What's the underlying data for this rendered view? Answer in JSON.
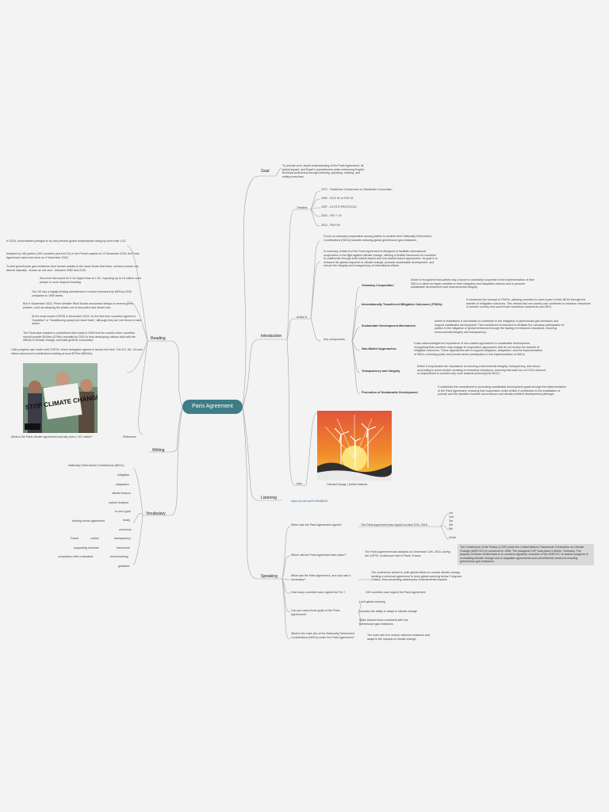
{
  "root": "Paris Agreement",
  "goal": {
    "label": "Goal",
    "text": "To provide an in-depth understanding of the Paris Agreement, its global impact, and Brazil's commitments while enhancing English technical proficiency through listening, speaking, reading, and writing exercises."
  },
  "introduction": {
    "label": "Introduction",
    "timeline": {
      "label": "Timeline",
      "items": [
        "1972 - Stockholm Conference on Stockholm Convention",
        "1992 - ECO 92 or RIO 92",
        "1997 - KYOTO PROTOCOL",
        "2002 - RIO + 10",
        "2012 - RIO+20"
      ]
    },
    "article6": {
      "label": "Article 6",
      "focus": "Focus on voluntary cooperation among parties to achieve their Nationally Determined Contributions (NDCs) towards reducing global greenhouse gas emissions.",
      "summary": "In summary, Article 6 of the Paris Agreement is designed to facilitate international cooperation in the fight against climate change, offering a flexible framework for countries to collaborate through both market-based and non-market-based approaches. Its goal is to enhance the global response to climate change, promote sustainable development, and ensure the integrity and transparency of international efforts.",
      "key_label": "Key components",
      "components": [
        {
          "name": "Voluntary Cooperation",
          "desc": "Article 6 recognizes that parties may choose to voluntarily cooperate in the implementation of their NDCs to allow for higher ambition in their mitigation and adaptation actions and to promote sustainable development and environmental integrity."
        },
        {
          "name": "Internationally Transferred Mitigation Outcomes (ITMOs)",
          "desc": "It introduces the concept of ITMOs, allowing countries to meet a part of their NDCs through the transfer of mitigation outcomes. This means that one country can contribute to emission reductions in another country and count those reductions towards its own NDC."
        },
        {
          "name": "Sustainable Development Mechanism",
          "desc": "Article 6 establishes a mechanism to contribute to the mitigation of greenhouse gas emissions and support sustainable development. This mechanism is intended to facilitate the voluntary participation of parties in the mitigation of global emissions through the trading of emissions reductions, ensuring environmental integrity and transparency."
        },
        {
          "name": "Non-Market Approaches",
          "desc": "It also acknowledges the importance of non-market approaches to sustainable development, recognizing that countries may engage in cooperative approaches that do not involve the transfer of mitigation outcomes. These approaches aim to support mitigation, adaptation, and the implementation of NDCs, involving public and private sector participation in the implementation of NDCs."
        },
        {
          "name": "Transparency and Integrity",
          "desc": "Article 6 emphasizes the importance of ensuring environmental integrity, transparency, and robust accounting to avoid double counting of emissions reductions, ensuring that each ton of CO2e reduced or sequestered is counted only once towards achieving the NDCs."
        },
        {
          "name": "Promotion of Sustainable Development",
          "desc": "It underlines the commitment to promoting sustainable development goals through the implementation of the Paris Agreement, ensuring that cooperation under Article 6 contributes to the eradication of poverty and the transition towards low-emission and climate-resilient development pathways."
        }
      ]
    },
    "intro_label": "Intro",
    "image_caption": "ClimateChange | United Nations"
  },
  "listening": {
    "label": "Listening",
    "link": "https://youtu.be/5YnSb9jB0l4"
  },
  "speaking": {
    "label": "Speaking",
    "qa": [
      {
        "q": "When was the Paris Agreement signed?",
        "a": "The Paris Agreement was signed on April 22th, 2016",
        "extra": [
          "1st",
          "2nd",
          "3rd",
          "4th",
          "5th",
          "22nth"
        ]
      },
      {
        "q": "Where did the Paris Agreement take place?",
        "a": "The Paris Agreement was adopted on December 12th, 2015, during the COP21 conference held in Paris, France.",
        "callout": "The Conference of the Parties (COP) under the United Nations Framework Convention on Climate Change (UNFCCC) is convened in 1995. The inaugural COP took place in Berlin, Germany. The purpose of these conferences is to convene signatory countries of the UNFCCC to assess progress in combatting climate change and to negotiate agreements and commitments aimed at reducing greenhouse gas emissions."
      },
      {
        "q": "What was the Paris Agreement, and why was it necessary?",
        "a": "The conference aimed to unite global efforts to combat climate change, seeking a universal agreement to keep global warming below 2 degrees Celsius, thus preventing catastrophic environmental impacts."
      },
      {
        "q": "How many countries have signed the P.A.?",
        "a": "195 countries have signed the Paris Agreement"
      },
      {
        "q": "Can you name three goals of the Paris Agreement?",
        "goals": [
          "Limit global warming",
          "Increase the ability to adapt to climate change",
          "Make finance flows consistent with low greenhouse gas emissions."
        ]
      },
      {
        "q": "What is the main aim of the Nationally Determined Contributions (NDCs) under the Paris Agreement?",
        "a": "The main aim is to reduce national emissions and adapt to the impacts of climate change."
      }
    ]
  },
  "reading": {
    "label": "Reading",
    "items": [
      "In 2015, world leaders pledged to try and prevent global temperatures rising by more than 1.5C.",
      "Adopted by 196 parties (193 countries plus the EU) in the French capital on 12 December 2015, the Paris Agreement came into force on 4 November 2016.",
      "To limit greenhouse gas emissions from human activity to the same levels that trees, soil and oceans can absorb naturally - known as net zero - between 2050 and 2100.",
      "Sea level rise would be 0.1m higher than at 1.5C, exposing up to 10 million more people to more frequent flooding",
      "The UK has a legally binding commitment to reduce emissions by 68% by 2030 compared to 1990 levels.",
      "But in September 2023, Prime Minister Rishi Sunak announced delays to several green policies, such as delaying the phase-out of new petrol and diesel cars",
      "At the most recent COP28 in December 2023, for the first time countries agreed to \"transition\" or \"transitioning away from fossil fuels\", although they are not forced to take action.",
      "The Paris deal restated a commitment first made in 2009 that the world's richer countries should provide $100bn (£79bn) annually by 2020 to help developing nations deal with the effects of climate change, and build greener economies.",
      "Little progress was made until COP29, where delegates agreed to launch the fund. The EU, UK, US and others announced contributions totalling around $700m ($554m)."
    ],
    "image_label": "What is the Paris climate agreement and why does 1.5C matter?",
    "reference": "Reference",
    "sign_text": "STOP CLIMATE CHANGE"
  },
  "writing": {
    "label": "Writing"
  },
  "vocabulary": {
    "label": "Vocabulary",
    "left_items": [
      "Nationally Determined Contributions (NDCs)",
      "mitigation",
      "adaptation",
      "climate finance",
      "carbon footprint",
      "to set a goal",
      "treaty",
      "commons",
      "transparency",
      "framework",
      "benchmarking",
      "guideline"
    ],
    "binding": "binding formal agreement",
    "future": "Future",
    "culture": "culture",
    "supporting": "supporting structure",
    "comparison": "comparison with a standard"
  },
  "colors": {
    "root": "#3f7d86",
    "line": "#9aa5a8",
    "background": "#f3f3f3"
  }
}
